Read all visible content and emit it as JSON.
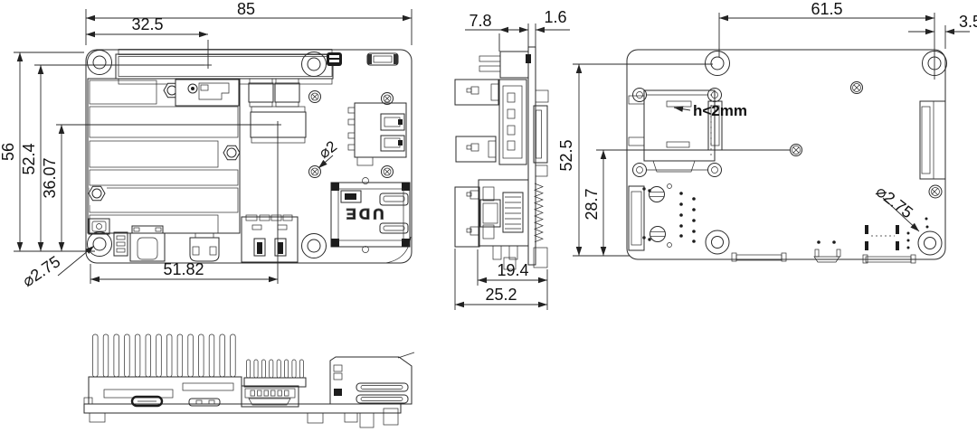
{
  "drawing": {
    "background": "#ffffff",
    "line_color": "#2a2a2a",
    "views": {
      "top_view": {
        "dims": {
          "board_width": "85",
          "gpio_center_offset": "32.5",
          "board_height": "56",
          "gpio_row_offset": "52.4",
          "header_row_offset": "36.07",
          "connector_span": "51.82",
          "mount_hole_dia": "⌀2.75",
          "screw_hole_dia": "⌀2"
        },
        "ethernet_marking": "UDE"
      },
      "side_view": {
        "dims": {
          "connector_overhang": "7.8",
          "pcb_thickness": "1.6",
          "ethernet_depth": "19.4",
          "overall_depth": "25.2"
        }
      },
      "bottom_view": {
        "dims": {
          "hole_span": "61.5",
          "hole_edge_offset": "3.5",
          "hole_row_height": "52.5",
          "lower_row_height": "28.7",
          "mount_hole_dia": "⌀2.75"
        },
        "sd_clearance_note": "h<2mm"
      }
    }
  }
}
